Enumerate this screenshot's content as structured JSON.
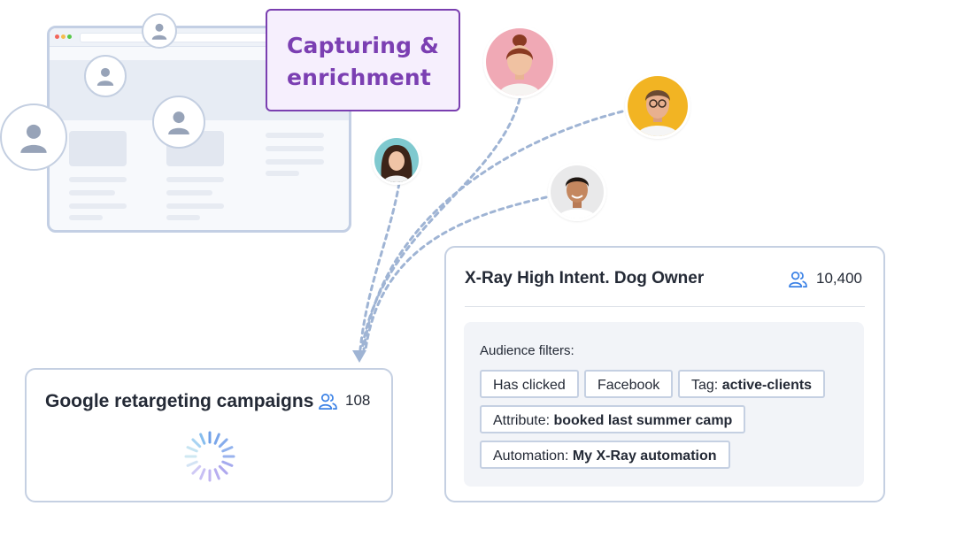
{
  "capturing": {
    "title": "Capturing &\nenrichment"
  },
  "icons": {
    "placeholder_avatar": "user-silhouette",
    "audience": "users-icon",
    "loader": "spinner"
  },
  "colors": {
    "accent_purple": "#7b3fb2",
    "card_border": "#c5d0e2",
    "flow_line": "#9fb4d4",
    "audience_icon": "#3c82e6"
  },
  "google_card": {
    "title": "Google retargeting campaigns",
    "count": "108"
  },
  "xray_card": {
    "title": "X-Ray High Intent. Dog Owner",
    "count": "10,400",
    "filters_label": "Audience filters:",
    "chips": [
      {
        "prefix": "Has clicked",
        "value": ""
      },
      {
        "prefix": "Facebook",
        "value": ""
      },
      {
        "prefix": "Tag: ",
        "value": "active-clients"
      },
      {
        "prefix": "Attribute: ",
        "value": "booked last summer camp"
      },
      {
        "prefix": "Automation: ",
        "value": "My X-Ray automation"
      }
    ]
  }
}
